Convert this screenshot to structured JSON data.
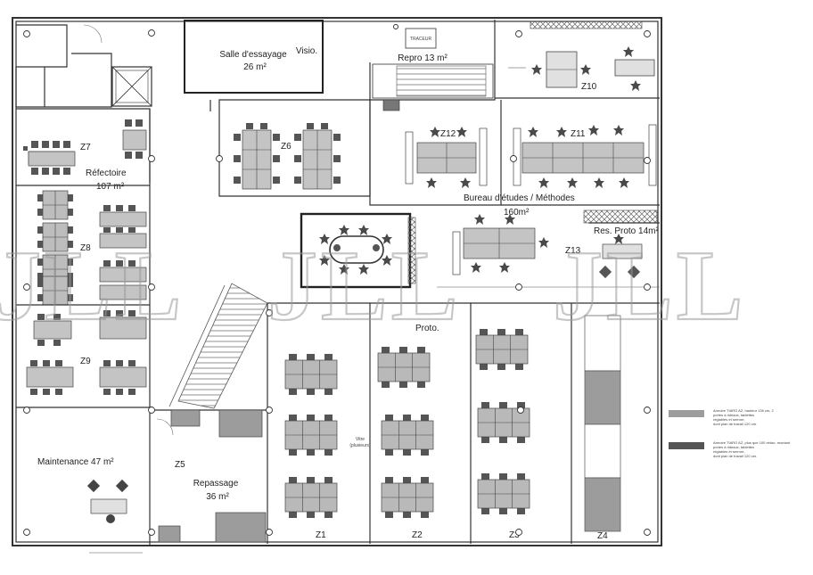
{
  "rooms": {
    "salle_essayage": {
      "name": "Salle d'essayage",
      "area": "26 m²"
    },
    "visio": "Visio.",
    "traceur": "TRACEUR",
    "repro": "Repro 13 m²",
    "z10": "Z10",
    "z7": "Z7",
    "refectoire": {
      "name": "Réfectoire",
      "area": "107 m²"
    },
    "z6": "Z6",
    "z12": "Z12",
    "z11": "Z11",
    "bureau": {
      "name": "Bureau d'études / Méthodes",
      "area": "160m²"
    },
    "res_proto": "Res. Proto 14m²",
    "z13": "Z13",
    "z8": "Z8",
    "z9": "Z9",
    "proto": "Proto.",
    "maintenance": "Maintenance 47 m²",
    "z5": "Z5",
    "repassage": {
      "name": "Repassage",
      "area": "36 m²"
    },
    "vitre": [
      "Vitre",
      "(plusieurs)"
    ],
    "z1": "Z1",
    "z2": "Z2",
    "z3": "Z3",
    "z4": "Z4"
  },
  "legend": {
    "light": {
      "color": "#9c9c9c",
      "text": [
        "Armoire TIARO AZ, hauteur 136 cm, 2",
        "portes à rideaux, tablettes",
        "réglables et serrure,",
        "dont plan de travail 120 cm."
      ]
    },
    "dark": {
      "color": "#555555",
      "text": [
        "Armoire TIARO AZ, plus que 100 rédac, montant",
        "portes à rideaux, tablettes",
        "réglables et serrure,",
        "dont plan de travail 120 cm."
      ]
    }
  },
  "watermark": "JLL",
  "colors": {
    "wall": "#333333",
    "desk": "#c8c8c8",
    "chair": "#6e6e6e",
    "storage_light": "#9c9c9c",
    "storage_dark": "#5a5a5a"
  }
}
